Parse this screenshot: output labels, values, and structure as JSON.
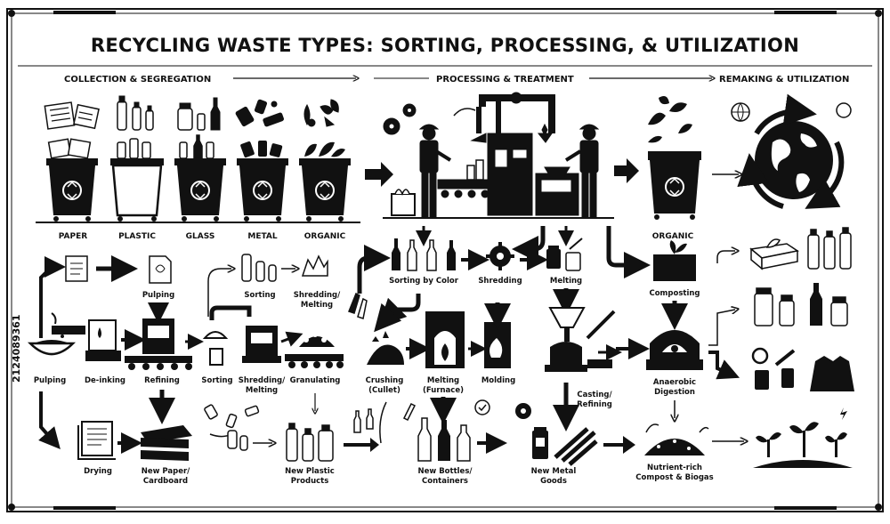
{
  "title": "RECYCLING WASTE TYPES: SORTING, PROCESSING, & UTILIZATION",
  "sections": {
    "collection": "COLLECTION & SEGREGATION",
    "processing": "PROCESSING & TREATMENT",
    "remaking": "REMAKING & UTILIZATION"
  },
  "bins": [
    "PAPER",
    "PLASTIC",
    "GLASS",
    "METAL",
    "ORGANIC"
  ],
  "organic_top": "ORGANIC",
  "paper": {
    "pulping_top": "Pulping",
    "pulping": "Pulping",
    "deinking": "De-inking",
    "refining": "Refining",
    "drying": "Drying",
    "product_1": "New Paper/",
    "product_2": "Cardboard"
  },
  "plastic": {
    "sorting_top": "Sorting",
    "shredding_top_1": "Shredding/",
    "shredding_top_2": "Melting",
    "sorting": "Sorting",
    "shredding_1": "Shredding/",
    "shredding_2": "Melting",
    "granulating": "Granulating",
    "product_1": "New Plastic",
    "product_2": "Products"
  },
  "glass": {
    "sorting_color": "Sorting by Color",
    "crushing_1": "Crushing",
    "crushing_2": "(Cullet)",
    "melting_1": "Melting",
    "melting_2": "(Furnace)",
    "molding": "Molding",
    "product_1": "New Bottles/",
    "product_2": "Containers"
  },
  "metal": {
    "shredding": "Shredding",
    "melting": "Melting",
    "casting_1": "Casting/",
    "casting_2": "Refining",
    "product_1": "New Metal",
    "product_2": "Goods"
  },
  "organic": {
    "composting": "Composting",
    "anaerobic_1": "Anaerobic",
    "anaerobic_2": "Digestion",
    "product_1": "Nutrient-rich",
    "product_2": "Compost & Biogas"
  },
  "watermark": "2124089361",
  "colors": {
    "ink": "#111111",
    "background": "#ffffff"
  }
}
